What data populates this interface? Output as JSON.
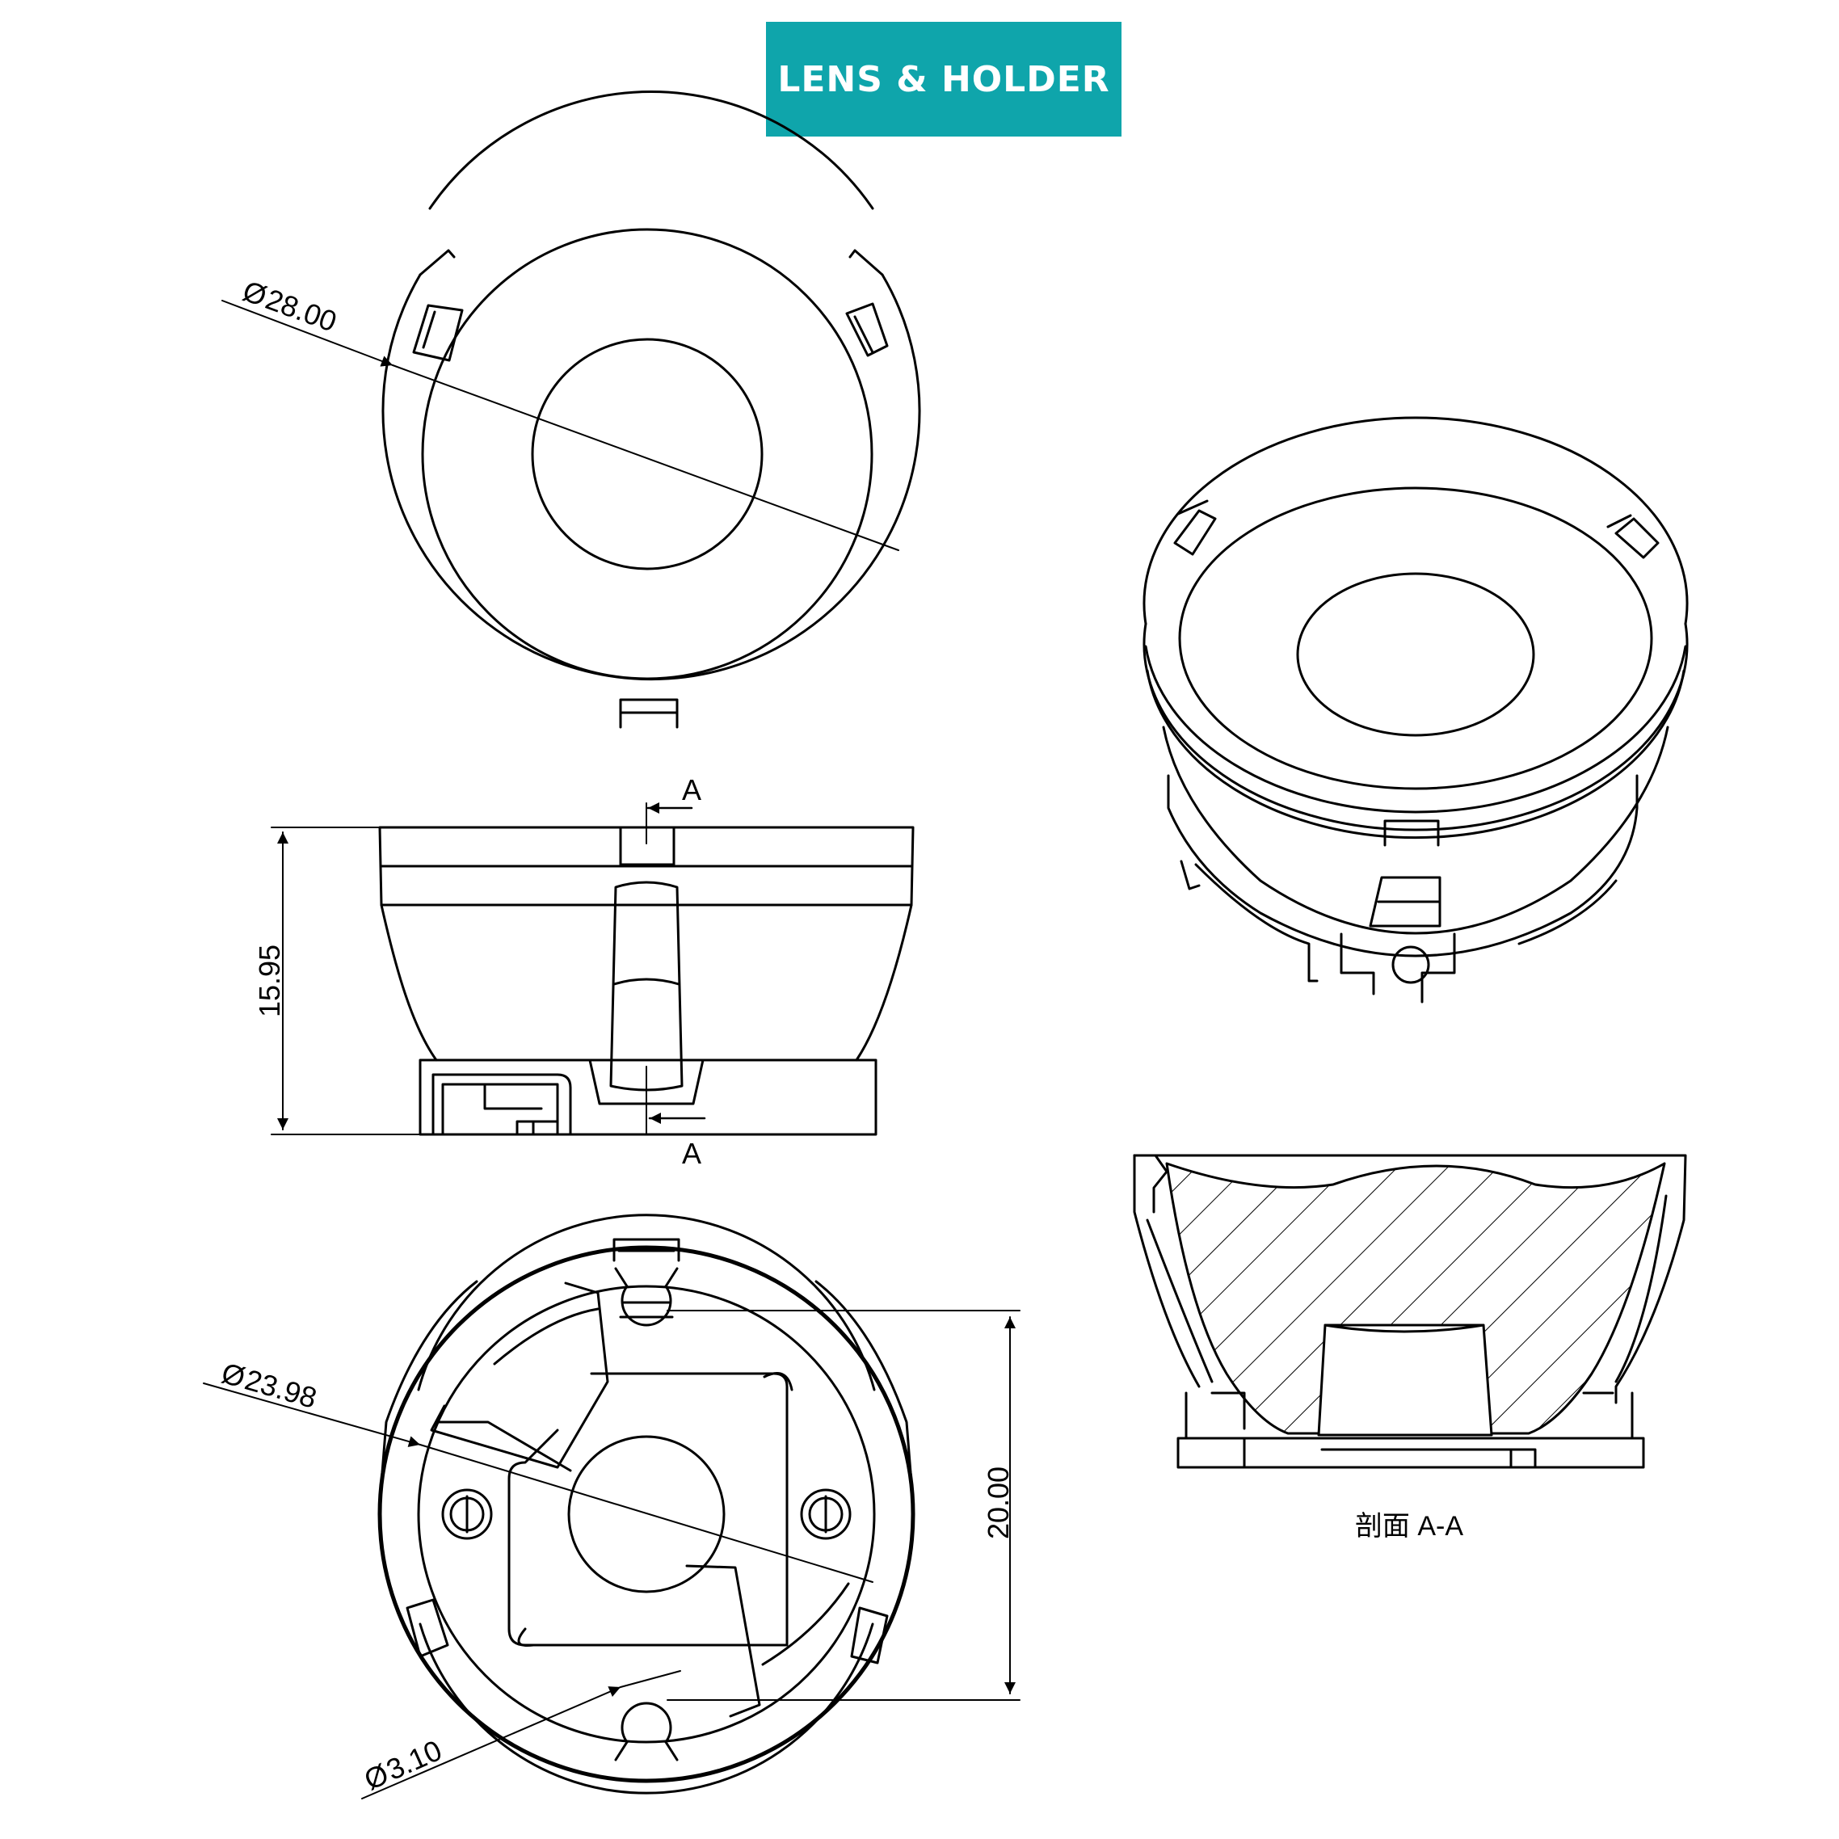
{
  "title": "LENS & HOLDER",
  "dimensions": {
    "top_view_diameter": "28.00",
    "height": "15.95",
    "bottom_diameter": "23.98",
    "pin_spacing": "20.00",
    "pin_hole_diameter": "3.10",
    "diameter_symbol": "Ø"
  },
  "section_marks": {
    "top": "A",
    "bottom": "A"
  },
  "section_caption": "剖面 A-A",
  "colors": {
    "banner": "#0fa5ab",
    "line": "#000000"
  }
}
